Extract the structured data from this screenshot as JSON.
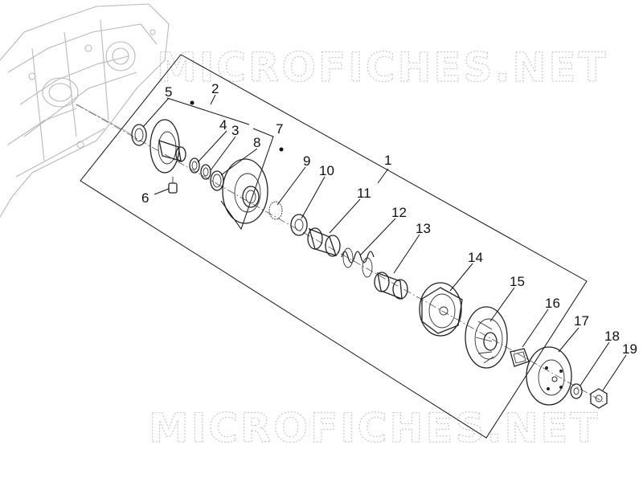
{
  "watermark_text": "MICROFICHES.NET",
  "parts": [
    {
      "id": "p1",
      "label": "1"
    },
    {
      "id": "p2",
      "label": "2"
    },
    {
      "id": "p3",
      "label": "3"
    },
    {
      "id": "p4",
      "label": "4"
    },
    {
      "id": "p5",
      "label": "5"
    },
    {
      "id": "p6",
      "label": "6"
    },
    {
      "id": "p7",
      "label": "7"
    },
    {
      "id": "p8",
      "label": "8"
    },
    {
      "id": "p9",
      "label": "9"
    },
    {
      "id": "p10",
      "label": "10"
    },
    {
      "id": "p11",
      "label": "11"
    },
    {
      "id": "p12",
      "label": "12"
    },
    {
      "id": "p13",
      "label": "13"
    },
    {
      "id": "p14",
      "label": "14"
    },
    {
      "id": "p15",
      "label": "15"
    },
    {
      "id": "p16",
      "label": "16"
    },
    {
      "id": "p17",
      "label": "17"
    },
    {
      "id": "p18",
      "label": "18"
    },
    {
      "id": "p19",
      "label": "19"
    }
  ]
}
